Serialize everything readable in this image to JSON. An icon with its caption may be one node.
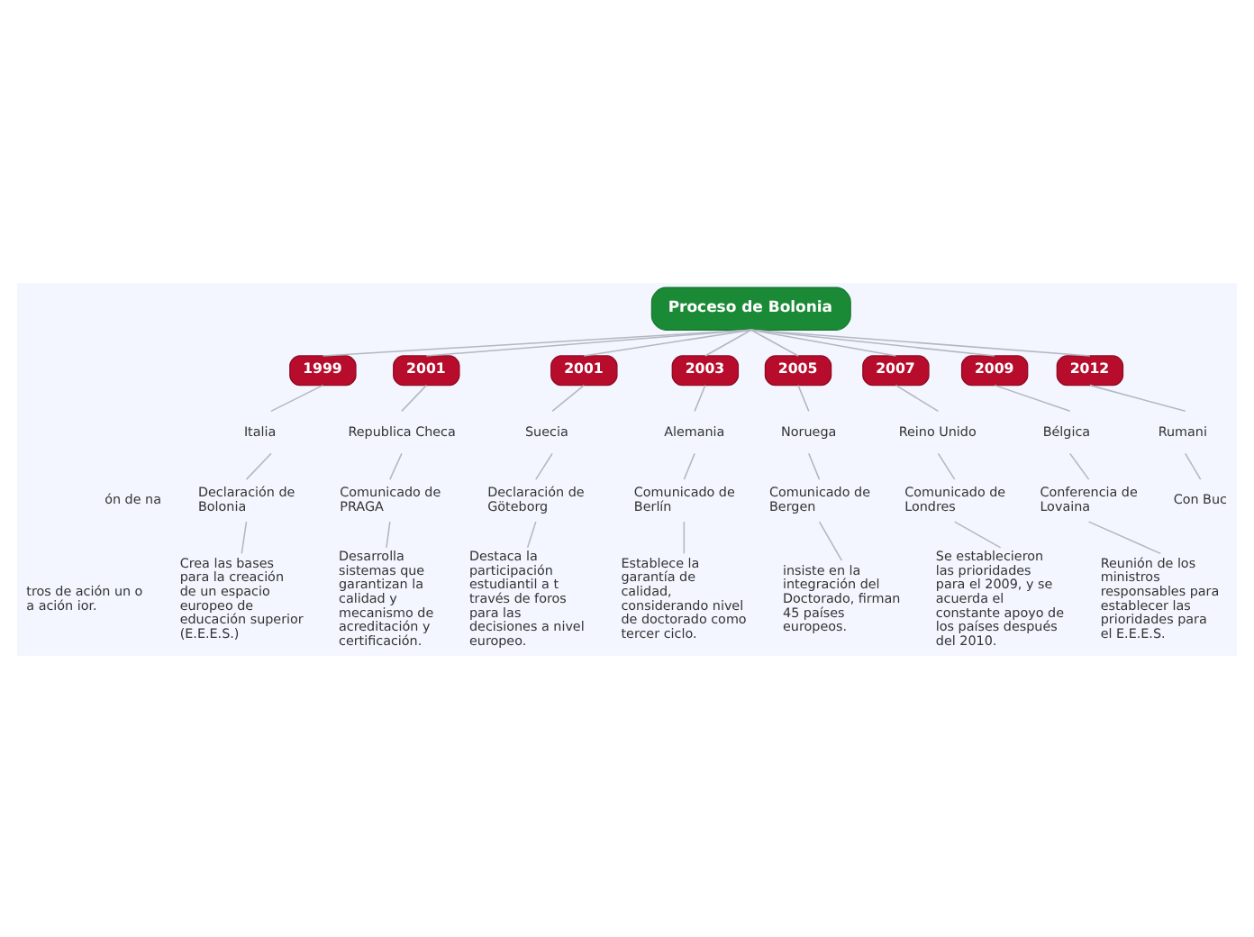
{
  "diagram": {
    "nodes": [
      {
        "text": [
          "Proceso de Bolonia"
        ]
      },
      {
        "text": [
          "ón de na"
        ]
      },
      {
        "text": [
          "tros de ación un o a ación ior."
        ]
      },
      {
        "text": [
          "1999"
        ]
      },
      {
        "text": [
          "Italia"
        ]
      },
      {
        "text": [
          "Declaración de Bolonia"
        ]
      },
      {
        "text": [
          "Crea las bases para la creación de un espacio europeo de educación superior (E.E.E.S.)"
        ]
      },
      {
        "text": [
          "2001"
        ]
      },
      {
        "text": [
          "Republica Checa"
        ]
      },
      {
        "text": [
          "Comunicado de PRAGA"
        ]
      },
      {
        "text": [
          "Desarrolla sistemas que garantizan la calidad y mecanismo de acreditación y certificación."
        ]
      },
      {
        "text": [
          "2001"
        ]
      },
      {
        "text": [
          "Suecia"
        ]
      },
      {
        "text": [
          "Declaración de Göteborg"
        ]
      },
      {
        "text": [
          "Destaca la participación estudiantil a t través de foros para las decisiones a nivel europeo."
        ]
      },
      {
        "text": [
          "2003"
        ]
      },
      {
        "text": [
          "Alemania"
        ]
      },
      {
        "text": [
          "Comunicado de Berlín"
        ]
      },
      {
        "text": [
          "Establece la garantía de calidad, considerando nivel de doctorado como tercer ciclo."
        ]
      },
      {
        "text": [
          "2005"
        ]
      },
      {
        "text": [
          "Noruega"
        ]
      },
      {
        "text": [
          "Comunicado de Bergen"
        ]
      },
      {
        "text": [
          "insiste en la integración del Doctorado, firman 45 países europeos."
        ]
      },
      {
        "text": [
          "2007"
        ]
      },
      {
        "text": [
          "Reino Unido"
        ]
      },
      {
        "text": [
          "Comunicado de Londres"
        ]
      },
      {
        "text": [
          "Se establecieron las prioridades para el 2009, y se acuerda el constante apoyo de los países después del 2010."
        ]
      },
      {
        "text": [
          "2009"
        ]
      },
      {
        "text": [
          "Bélgica"
        ]
      },
      {
        "text": [
          "Conferencia de Lovaina"
        ]
      },
      {
        "text": [
          "Reunión de los ministros responsables para establecer las prioridades para el E.E.E.S."
        ]
      },
      {
        "text": [
          "2012"
        ]
      },
      {
        "text": [
          "Rumani"
        ]
      },
      {
        "text": [
          "Con Buc"
        ]
      }
    ],
    "edges": [
      {
        "from": 0,
        "to": 3,
        "arrow": "none"
      },
      {
        "from": 3,
        "to": 4,
        "arrow": "none"
      },
      {
        "from": 4,
        "to": 5,
        "arrow": "none"
      },
      {
        "from": 5,
        "to": 6,
        "arrow": "none"
      },
      {
        "from": 0,
        "to": 7,
        "arrow": "none"
      },
      {
        "from": 7,
        "to": 8,
        "arrow": "none"
      },
      {
        "from": 8,
        "to": 9,
        "arrow": "none"
      },
      {
        "from": 9,
        "to": 10,
        "arrow": "none"
      },
      {
        "from": 0,
        "to": 11,
        "arrow": "none"
      },
      {
        "from": 11,
        "to": 12,
        "arrow": "none"
      },
      {
        "from": 12,
        "to": 13,
        "arrow": "none"
      },
      {
        "from": 13,
        "to": 14,
        "arrow": "none"
      },
      {
        "from": 0,
        "to": 15,
        "arrow": "none"
      },
      {
        "from": 15,
        "to": 16,
        "arrow": "none"
      },
      {
        "from": 16,
        "to": 17,
        "arrow": "none"
      },
      {
        "from": 17,
        "to": 18,
        "arrow": "none"
      },
      {
        "from": 0,
        "to": 19,
        "arrow": "none"
      },
      {
        "from": 19,
        "to": 20,
        "arrow": "none"
      },
      {
        "from": 20,
        "to": 21,
        "arrow": "none"
      },
      {
        "from": 21,
        "to": 22,
        "arrow": "none"
      },
      {
        "from": 0,
        "to": 23,
        "arrow": "none"
      },
      {
        "from": 23,
        "to": 24,
        "arrow": "none"
      },
      {
        "from": 24,
        "to": 25,
        "arrow": "none"
      },
      {
        "from": 25,
        "to": 26,
        "arrow": "none"
      },
      {
        "from": 0,
        "to": 27,
        "arrow": "none"
      },
      {
        "from": 27,
        "to": 28,
        "arrow": "none"
      },
      {
        "from": 28,
        "to": 29,
        "arrow": "none"
      },
      {
        "from": 29,
        "to": 30,
        "arrow": "none"
      },
      {
        "from": 0,
        "to": 31,
        "arrow": "none"
      },
      {
        "from": 31,
        "to": 32,
        "arrow": "none"
      },
      {
        "from": 32,
        "to": 33,
        "arrow": "none"
      }
    ]
  }
}
